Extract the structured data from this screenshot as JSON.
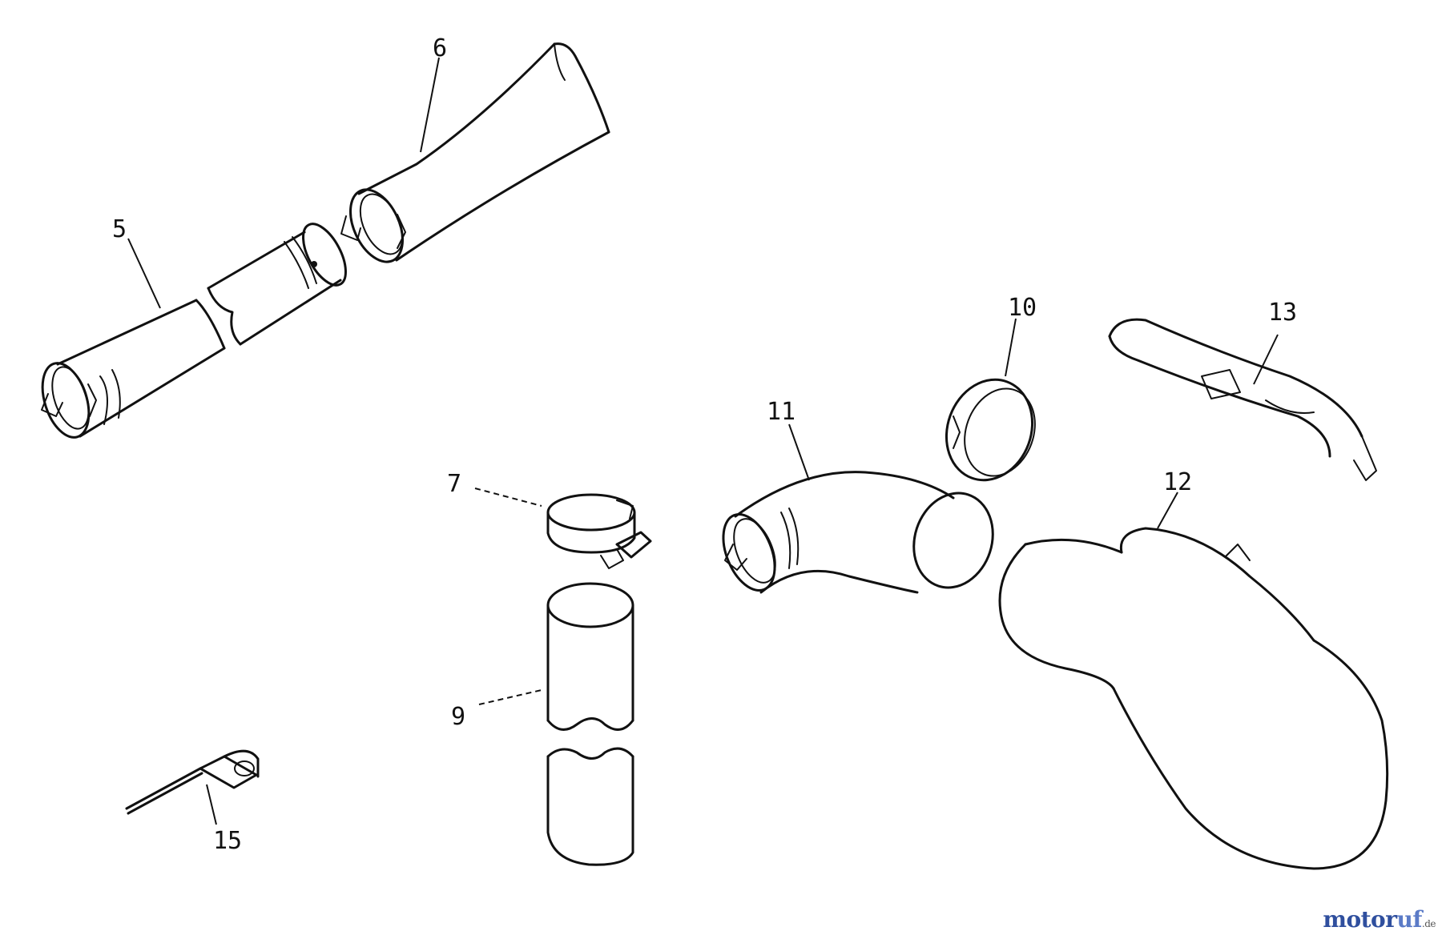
{
  "diagram": {
    "part_labels": [
      {
        "id": "p5",
        "text": "5"
      },
      {
        "id": "p6",
        "text": "6"
      },
      {
        "id": "p7",
        "text": "7"
      },
      {
        "id": "p9",
        "text": "9"
      },
      {
        "id": "p10",
        "text": "10"
      },
      {
        "id": "p11",
        "text": "11"
      },
      {
        "id": "p12",
        "text": "12"
      },
      {
        "id": "p13",
        "text": "13"
      },
      {
        "id": "p15",
        "text": "15"
      }
    ]
  },
  "watermark": {
    "part1": "motor",
    "part2": "uf",
    "tld": ".de",
    "color1": "#2f4f9e",
    "color2": "#5b7bc7",
    "tld_color": "#555555"
  }
}
